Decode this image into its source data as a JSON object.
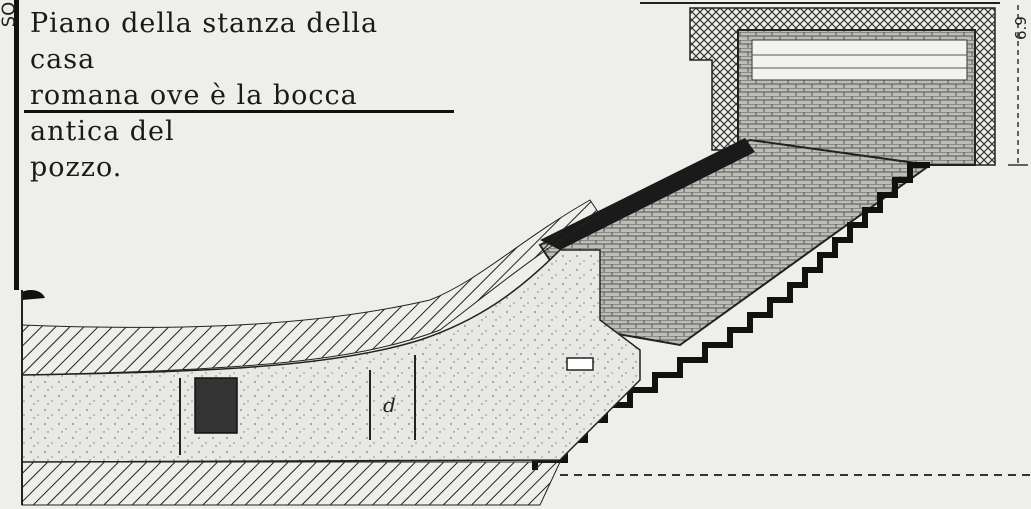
{
  "caption": {
    "text": "Piano della stanza della casa\nromana ove è la bocca antica del\npozzo."
  },
  "side_label": "SO",
  "dimension_label": "6.9",
  "annotation_letter": "d"
}
